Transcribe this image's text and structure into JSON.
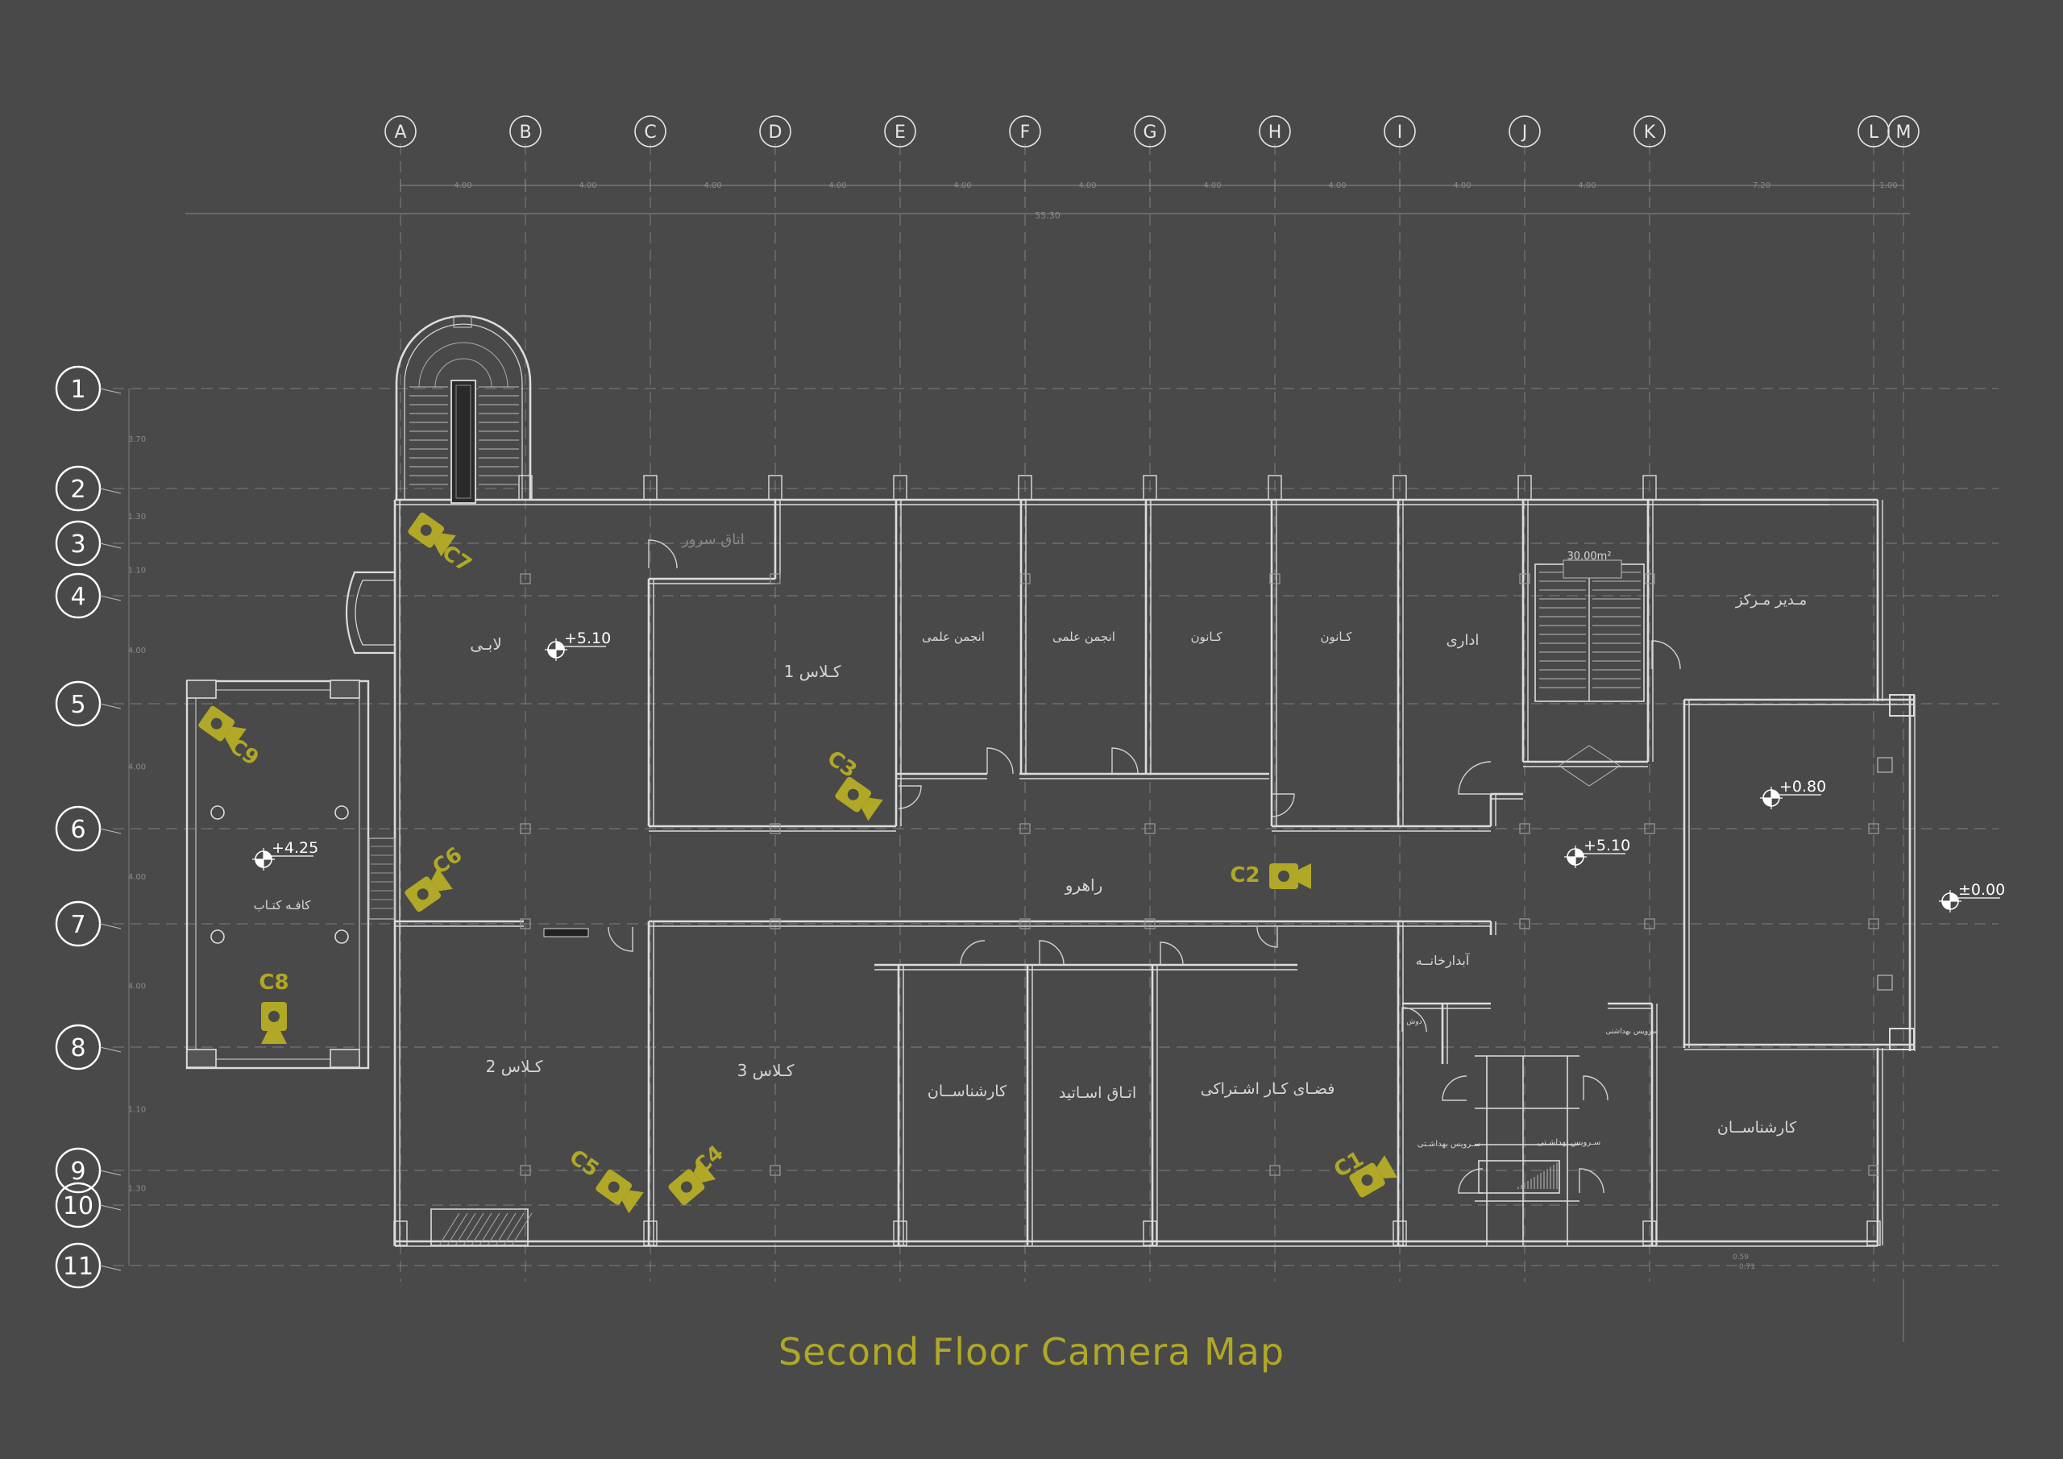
{
  "title": "Second Floor Camera Map",
  "colors": {
    "background": "#494949",
    "lines": "#dcdcdc",
    "grid": "#9a9a9a",
    "camera": "#b0a826"
  },
  "grid": {
    "columns": [
      "A",
      "B",
      "C",
      "D",
      "E",
      "F",
      "G",
      "H",
      "I",
      "J",
      "K",
      "L",
      "M"
    ],
    "rows": [
      "1",
      "2",
      "3",
      "4",
      "5",
      "6",
      "7",
      "8",
      "9",
      "10",
      "11"
    ],
    "column_spacings": [
      "4.00",
      "4.00",
      "4.00",
      "4.00",
      "4.00",
      "4.00",
      "4.00",
      "4.00",
      "4.00",
      "4.00",
      "7.20",
      "1.00"
    ],
    "total_length": "55.30",
    "row_spacings": [
      "3.70",
      "1.30",
      "1.10",
      "4.00",
      "4.00",
      "4.00",
      "4.00",
      "1.10",
      "1.30"
    ]
  },
  "rooms": [
    {
      "id": "lobby",
      "label": "لابـی"
    },
    {
      "id": "server",
      "label": "اتاق سرور"
    },
    {
      "id": "class1",
      "label": "کـلاس 1"
    },
    {
      "id": "anjoman1",
      "label": "انجمن علمی"
    },
    {
      "id": "anjoman2",
      "label": "انجمن علمی"
    },
    {
      "id": "kanoon1",
      "label": "کـانون"
    },
    {
      "id": "kanoon2",
      "label": "کـانون"
    },
    {
      "id": "edari",
      "label": "اداری"
    },
    {
      "id": "modir",
      "label": "مـدیر مـرکز"
    },
    {
      "id": "corridor",
      "label": "راهرو"
    },
    {
      "id": "cafe",
      "label": "کافـه کتـاب"
    },
    {
      "id": "class2",
      "label": "کـلاس 2"
    },
    {
      "id": "class3",
      "label": "کـلاس 3"
    },
    {
      "id": "karshenasan1",
      "label": "کارشناســان"
    },
    {
      "id": "asatid",
      "label": "اتـاق اسـاتید"
    },
    {
      "id": "cowork",
      "label": "فضـای کـار اشـتراکی"
    },
    {
      "id": "abdar",
      "label": "آبدارخانــه"
    },
    {
      "id": "wc1",
      "label": "سـرویس بهداشـتی"
    },
    {
      "id": "wc2",
      "label": "سـرویس بهداشـتی"
    },
    {
      "id": "wc3",
      "label": "سرویس بهداشتی"
    },
    {
      "id": "shower",
      "label": "دوش"
    },
    {
      "id": "karshenasan2",
      "label": "کارشناســان"
    }
  ],
  "area_label": "30.00m²",
  "levels": [
    "+5.10",
    "+4.25",
    "+5.10",
    "+0.80",
    "±0.00"
  ],
  "small_dims": [
    "0.59",
    "0.71"
  ],
  "cameras": [
    "C1",
    "C2",
    "C3",
    "C4",
    "C5",
    "C6",
    "C7",
    "C8",
    "C9"
  ]
}
